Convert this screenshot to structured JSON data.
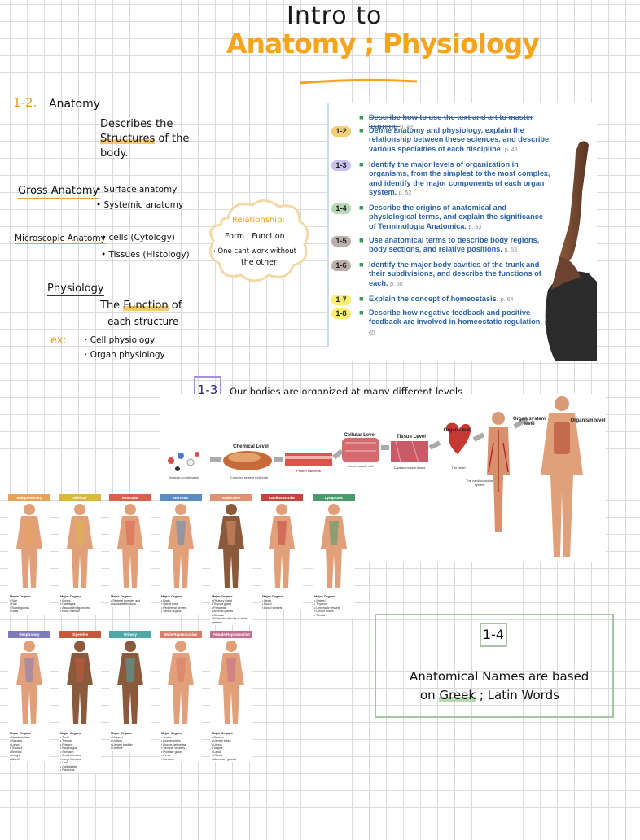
{
  "title": {
    "line1": "Intro to",
    "line2": "Anatomy ; Physiology"
  },
  "notes": {
    "section_number": "1-2.",
    "anatomy_heading": "Anatomy",
    "anatomy_def_1": "Describes the",
    "anatomy_def_2": "Structures",
    "anatomy_def_3": "of the",
    "anatomy_def_4": "body.",
    "gross_label": "Gross Anatomy",
    "gross_items": [
      "Surface anatomy",
      "Systemic anatomy"
    ],
    "micro_label": "Microscopic Anatomy",
    "micro_items": [
      "cells   (Cytology)",
      "Tissues (Histology)"
    ],
    "physiology_heading": "Physiology",
    "physiology_def_1": "The",
    "physiology_def_2": "Function",
    "physiology_def_3": "of",
    "physiology_def_4": "each structure",
    "ex_label": "ex:",
    "ex_items": [
      "Cell physiology",
      "Organ physiology"
    ],
    "cloud_title": "Relationship:",
    "cloud_line1": "Form ; Function",
    "cloud_line2": "One cant work without",
    "cloud_line3": "the other"
  },
  "objectives": [
    {
      "num": "",
      "text": "Describe how to use the text and art to master learning",
      "page": "p. 48",
      "color": "#ffffff",
      "struck": true
    },
    {
      "num": "1-2",
      "text": "Define anatomy and physiology, explain the relationship between these sciences, and describe various specialties of each discipline.",
      "page": "p. 49",
      "color": "#f6ce77",
      "struck": false
    },
    {
      "num": "1-3",
      "text": "Identify the major levels of organization in organisms, from the simplest to the most complex, and identify the major components of each organ system.",
      "page": "p. 52",
      "color": "#c9c2ef",
      "struck": false
    },
    {
      "num": "1-4",
      "text": "Describe the origins of anatomical and physiological terms, and explain the significance of Terminologia Anatomica.",
      "page": "p. 53",
      "color": "#b8d8b5",
      "struck": false
    },
    {
      "num": "1-5",
      "text": "Use anatomical terms to describe body regions, body sections, and relative positions.",
      "page": "p. 53",
      "color": "#bdb0ab",
      "struck": false
    },
    {
      "num": "1-6",
      "text": "Identify the major body cavities of the trunk and their subdivisions, and describe the functions of each.",
      "page": "p. 60",
      "color": "#bdb0ab",
      "struck": false
    },
    {
      "num": "1-7",
      "text": "Explain the concept of homeostasis.",
      "page": "p. 64",
      "color": "#fbee72",
      "struck": false
    },
    {
      "num": "1-8",
      "text": "Describe how negative feedback and positive feedback are involved in homeostatic regulation.",
      "page": "p. 65",
      "color": "#fbee72",
      "struck": false
    }
  ],
  "levels_note": {
    "tag": "1-3",
    "text": "Our bodies are organized at many different levels"
  },
  "levels_diagram": {
    "headings": [
      "Chemical Level",
      "Cellular Level",
      "Tissue Level",
      "Organ Level",
      "Organ system level",
      "Organism level"
    ],
    "captions": [
      "Atoms in combination",
      "Complex protein molecule",
      "Protein filaments",
      "Heart muscle cell",
      "Cardiac muscle tissue",
      "The heart",
      "The cardiovascular system"
    ]
  },
  "systems": [
    {
      "name": "Integumentary",
      "color": "#e8a35a",
      "organs": [
        "Skin",
        "Hair",
        "Sweat glands",
        "Nails"
      ]
    },
    {
      "name": "Skeletal",
      "color": "#d9b743",
      "organs": [
        "Bones",
        "Cartilages",
        "Associated ligaments",
        "Bone marrow"
      ]
    },
    {
      "name": "Muscular",
      "color": "#d8604c",
      "organs": [
        "Skeletal muscles and associated tendons"
      ]
    },
    {
      "name": "Nervous",
      "color": "#5b8cc4",
      "organs": [
        "Brain",
        "Spinal cord",
        "Peripheral nerves",
        "Sense organs"
      ]
    },
    {
      "name": "Endocrine",
      "color": "#e0936e",
      "organs": [
        "Pituitary gland",
        "Thyroid gland",
        "Pancreas",
        "Adrenal glands",
        "Gonads",
        "Endocrine tissues in other systems"
      ]
    },
    {
      "name": "Cardiovascular",
      "color": "#c2443f",
      "organs": [
        "Heart",
        "Blood",
        "Blood vessels"
      ]
    },
    {
      "name": "Lymphatic",
      "color": "#4a9b6c",
      "organs": [
        "Spleen",
        "Thymus",
        "Lymphatic vessels",
        "Lymph nodes",
        "Tonsils"
      ]
    },
    {
      "name": "Respiratory",
      "color": "#7f7cbe",
      "organs": [
        "Nasal cavities",
        "Sinuses",
        "Larynx",
        "Trachea",
        "Bronchi",
        "Lungs",
        "Alveoli"
      ]
    },
    {
      "name": "Digestive",
      "color": "#c65a3c",
      "organs": [
        "Teeth",
        "Tongue",
        "Pharynx",
        "Esophagus",
        "Stomach",
        "Small intestine",
        "Large intestine",
        "Liver",
        "Gallbladder",
        "Pancreas"
      ]
    },
    {
      "name": "Urinary",
      "color": "#4fa7a8",
      "organs": [
        "Kidneys",
        "Ureters",
        "Urinary bladder",
        "Urethra"
      ]
    },
    {
      "name": "Male Reproductive",
      "color": "#d77a6a",
      "organs": [
        "Testes",
        "Epididymides",
        "Ductus deferentia",
        "Seminal vesicles",
        "Prostate gland",
        "Penis",
        "Scrotum"
      ]
    },
    {
      "name": "Female Reproductive",
      "color": "#c46d8c",
      "organs": [
        "Ovaries",
        "Uterine tubes",
        "Uterus",
        "Vagina",
        "Labia",
        "Clitoris",
        "Mammary glands"
      ]
    }
  ],
  "systems_major_label": "Major Organs",
  "names_note": {
    "tag": "1-4",
    "line1": "Anatomical Names are based",
    "line2_a": "on",
    "line2_b": "Greek",
    "line2_c": "; Latin Words"
  }
}
